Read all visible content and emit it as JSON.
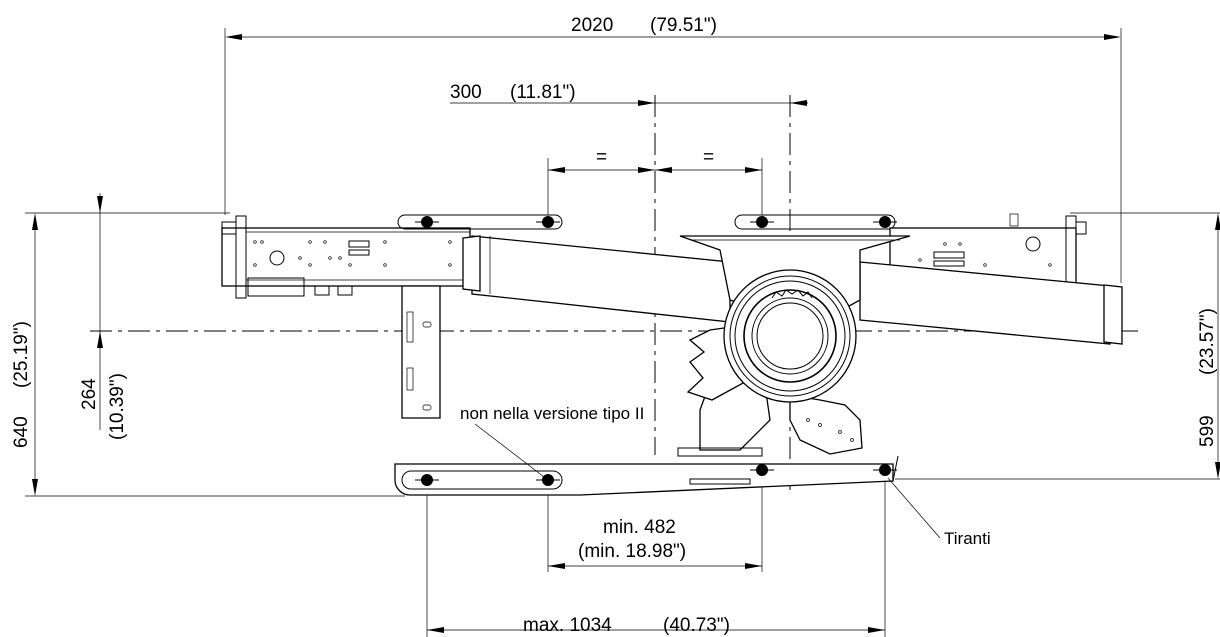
{
  "dimensions": {
    "overall_width": "2020",
    "overall_width_in": "(79.51\")",
    "offset": "300",
    "offset_in": "(11.81\")",
    "equal_left": "=",
    "equal_right": "=",
    "left_height": "640",
    "left_height_in": "(25.19\")",
    "axis_height": "264",
    "axis_height_in": "(10.39\")",
    "right_height": "599",
    "right_height_in": "(23.57\")",
    "min_spacing": "min. 482",
    "min_spacing_in": "(min. 18.98\")",
    "max_spacing": "max. 1034",
    "max_spacing_in": "(40.73\")"
  },
  "callouts": {
    "not_in_type2": "non nella versione tipo II",
    "tie_rods": "Tiranti"
  }
}
